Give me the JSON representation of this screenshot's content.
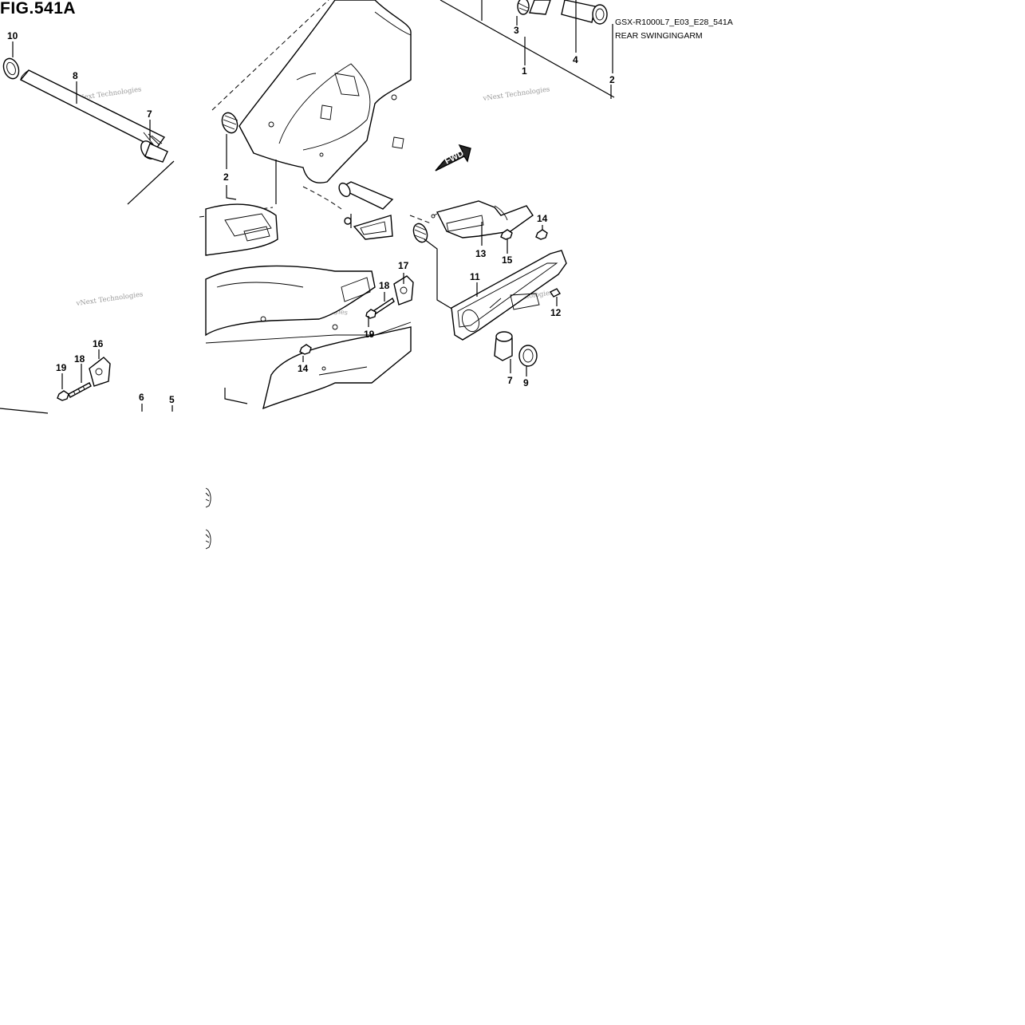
{
  "figure": {
    "title": "FIG.541A",
    "code": "GSX-R1000L7_E03_E28_541A",
    "name": "REAR SWINGINGARM",
    "watermark": "vNext Technologies"
  },
  "callouts": [
    {
      "id": "c10",
      "num": "10"
    },
    {
      "id": "c8",
      "num": "8"
    },
    {
      "id": "c7a",
      "num": "7"
    },
    {
      "id": "c2a",
      "num": "2"
    },
    {
      "id": "c3",
      "num": "3"
    },
    {
      "id": "c1",
      "num": "1"
    },
    {
      "id": "c4",
      "num": "4"
    },
    {
      "id": "c2b",
      "num": "2"
    },
    {
      "id": "c14a",
      "num": "14"
    },
    {
      "id": "c13",
      "num": "13"
    },
    {
      "id": "c15",
      "num": "15"
    },
    {
      "id": "c11",
      "num": "11"
    },
    {
      "id": "c17",
      "num": "17"
    },
    {
      "id": "c18a",
      "num": "18"
    },
    {
      "id": "c19a",
      "num": "19"
    },
    {
      "id": "c12",
      "num": "12"
    },
    {
      "id": "c14b",
      "num": "14"
    },
    {
      "id": "c7b",
      "num": "7"
    },
    {
      "id": "c9",
      "num": "9"
    },
    {
      "id": "c16",
      "num": "16"
    },
    {
      "id": "c18b",
      "num": "18"
    },
    {
      "id": "c19b",
      "num": "19"
    },
    {
      "id": "c6",
      "num": "6"
    },
    {
      "id": "c5",
      "num": "5"
    }
  ]
}
